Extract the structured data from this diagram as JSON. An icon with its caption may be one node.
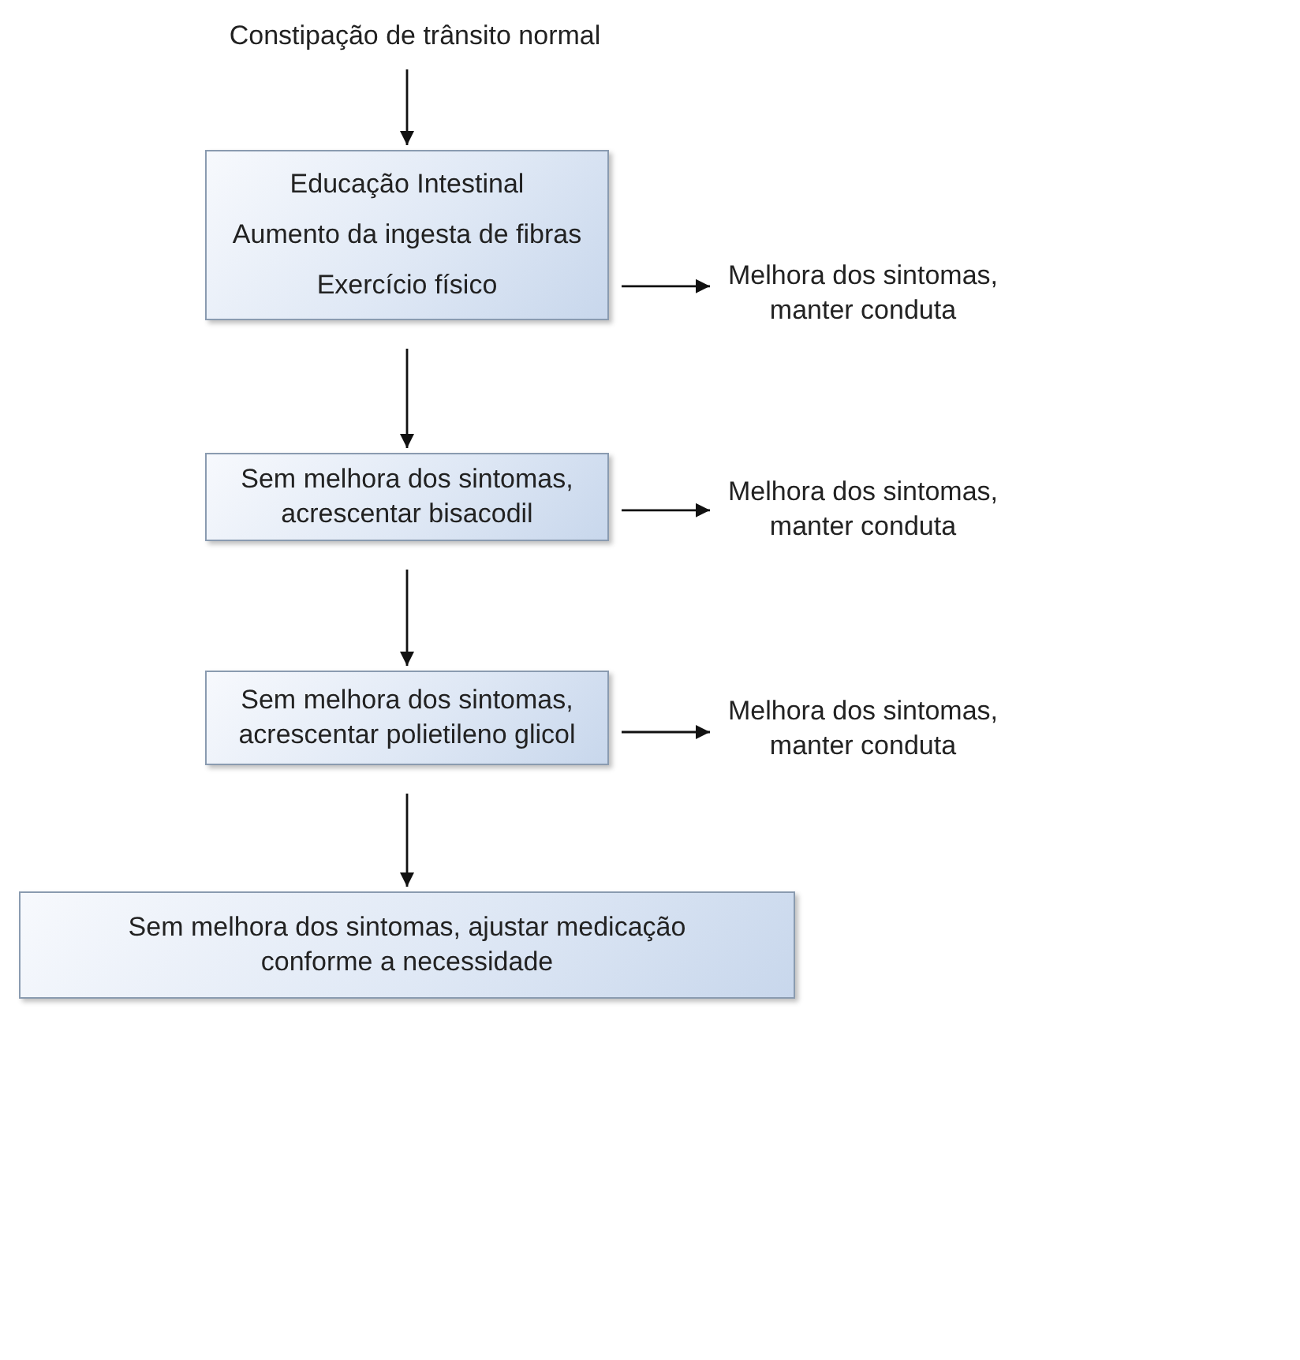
{
  "diagram": {
    "nodes": [
      {
        "text": [
          "Constipação de trânsito normal"
        ]
      },
      {
        "text": [
          "Educação Intestinal",
          "Aumento da ingesta de fibras",
          "Exercício físico"
        ]
      },
      {
        "text": [
          "Melhora dos sintomas, manter conduta"
        ]
      },
      {
        "text": [
          "Sem melhora dos sintomas, acrescentar bisacodil"
        ]
      },
      {
        "text": [
          "Melhora dos sintomas, manter conduta"
        ]
      },
      {
        "text": [
          "Sem melhora dos sintomas, acrescentar polietileno glicol"
        ]
      },
      {
        "text": [
          "Melhora dos sintomas, manter conduta"
        ]
      },
      {
        "text": [
          "Sem melhora dos sintomas, ajustar medicação conforme a necessidade"
        ]
      }
    ],
    "edges": [
      {
        "from": 0,
        "to": 1,
        "arrow": "to"
      },
      {
        "from": 1,
        "to": 2,
        "arrow": "to"
      },
      {
        "from": 1,
        "to": 3,
        "arrow": "to"
      },
      {
        "from": 3,
        "to": 4,
        "arrow": "to"
      },
      {
        "from": 3,
        "to": 5,
        "arrow": "to"
      },
      {
        "from": 5,
        "to": 6,
        "arrow": "to"
      },
      {
        "from": 5,
        "to": 7,
        "arrow": "to"
      }
    ]
  }
}
